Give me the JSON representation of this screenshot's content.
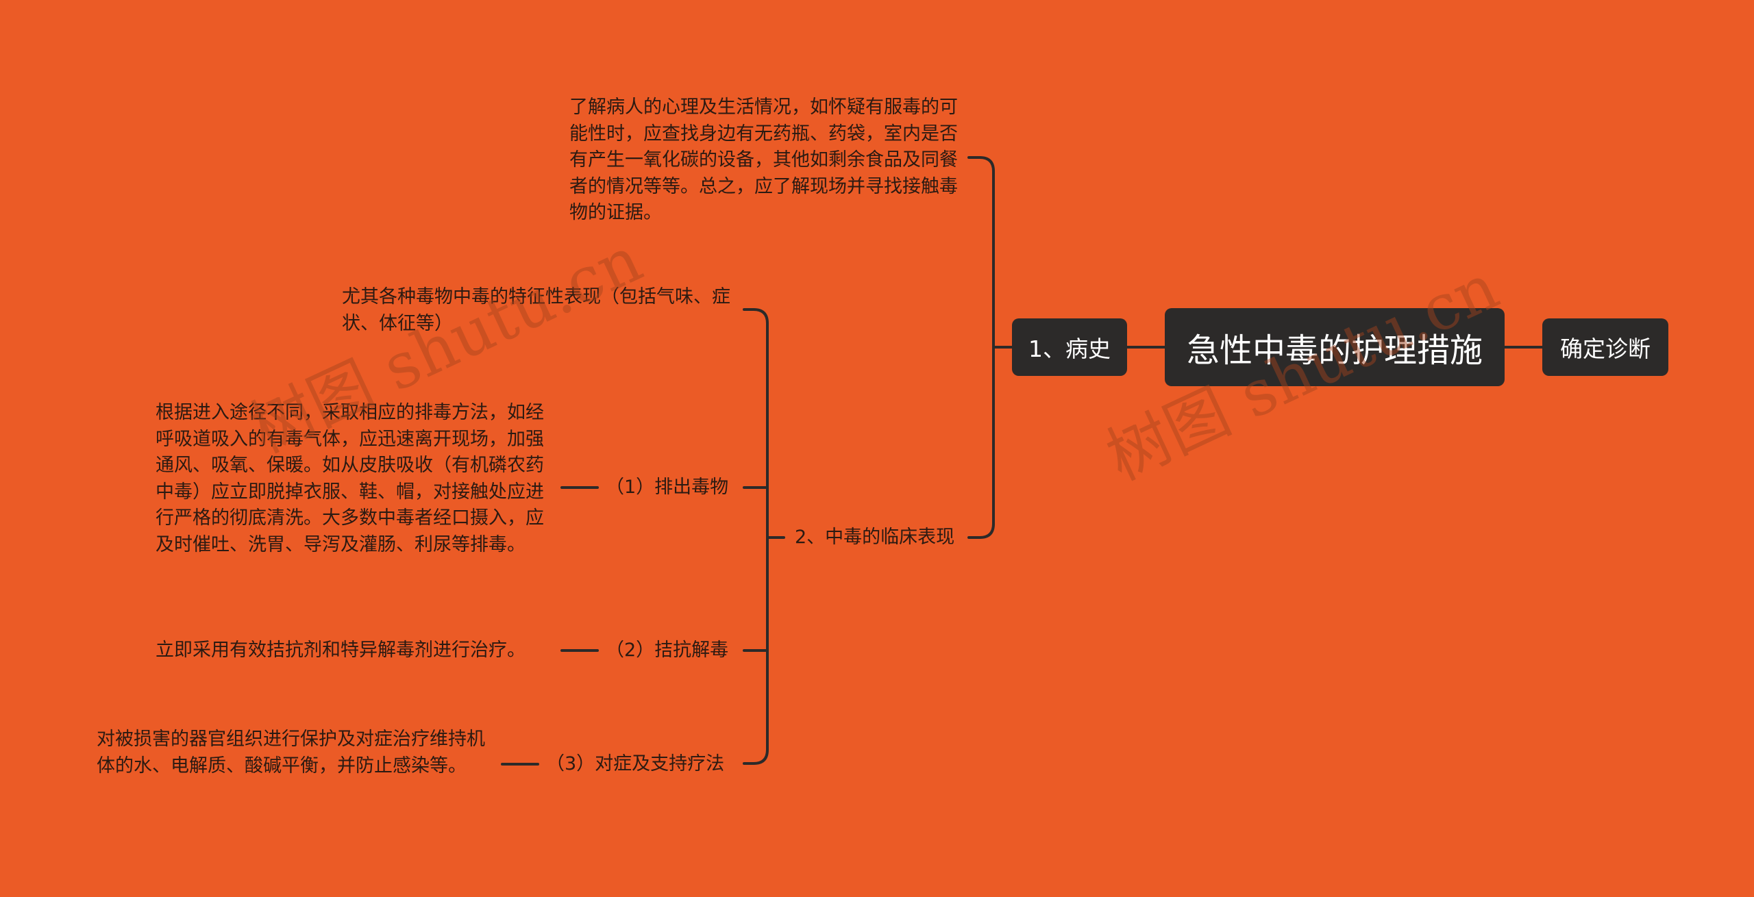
{
  "root": "急性中毒的护理措施",
  "right_branch": "确定诊断",
  "left_branch": "1、病史",
  "history_text": "了解病人的心理及生活情况，如怀疑有服毒的可能性时，应查找身边有无药瓶、药袋，室内是否有产生一氧化碳的设备，其他如剩余食品及同餐者的情况等等。总之，应了解现场并寻找接触毒物的证据。",
  "clinical": {
    "label": "2、中毒的临床表现",
    "intro": "尤其各种毒物中毒的特征性表现（包括气味、症状、体征等）",
    "items": [
      {
        "label": "（1）排出毒物",
        "detail": "根据进入途径不同，采取相应的排毒方法，如经呼吸道吸入的有毒气体，应迅速离开现场，加强通风、吸氧、保暖。如从皮肤吸收（有机磷农药中毒）应立即脱掉衣服、鞋、帽，对接触处应进行严格的彻底清洗。大多数中毒者经口摄入，应及时催吐、洗胃、导泻及灌肠、利尿等排毒。"
      },
      {
        "label": "（2）拮抗解毒",
        "detail": "立即采用有效拮抗剂和特异解毒剂进行治疗。"
      },
      {
        "label": "（3）对症及支持疗法",
        "detail": "对被损害的器官组织进行保护及对症治疗维持机体的水、电解质、酸碱平衡，并防止感染等。"
      }
    ]
  },
  "watermark": "树图 shutu.cn"
}
